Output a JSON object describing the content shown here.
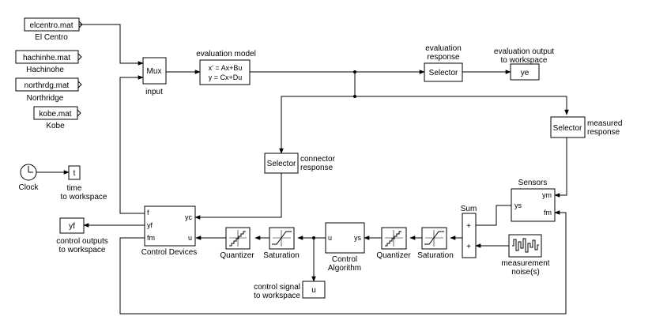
{
  "sources": {
    "elcentro": {
      "block": "elcentro.mat",
      "caption": "El Centro"
    },
    "hachinohe": {
      "block": "hachinhe.mat",
      "caption": "Hachinohe"
    },
    "northridge": {
      "block": "northrdg.mat",
      "caption": "Northridge"
    },
    "kobe": {
      "block": "kobe.mat",
      "caption": "Kobe"
    }
  },
  "mux": {
    "label": "Mux",
    "caption": "input"
  },
  "evaluation_model": {
    "title": "evaluation model",
    "line1": "x' = Ax+Bu",
    "line2": "y = Cx+Du"
  },
  "eval_selector": {
    "label": "Selector",
    "caption_line1": "evaluation",
    "caption_line2": "response"
  },
  "eval_output": {
    "label": "ye",
    "caption_line1": "evaluation output",
    "caption_line2": "to workspace"
  },
  "measured_selector": {
    "label": "Selector",
    "caption_line1": "measured",
    "caption_line2": "response"
  },
  "connector_selector": {
    "label": "Selector",
    "caption_line1": "connector",
    "caption_line2": "response"
  },
  "clock": {
    "caption": "Clock"
  },
  "time_out": {
    "label": "t",
    "caption_line1": "time",
    "caption_line2": "to workspace"
  },
  "control_outputs": {
    "label": "yf",
    "caption_line1": "control outputs",
    "caption_line2": "to workspace"
  },
  "control_devices": {
    "caption": "Control Devices",
    "port_f": "f",
    "port_yf": "yf",
    "port_fm": "fm",
    "port_yc": "yc",
    "port_u": "u"
  },
  "quantizer_1": {
    "caption": "Quantizer"
  },
  "saturation_1": {
    "caption": "Saturation"
  },
  "control_algorithm": {
    "port_u": "u",
    "port_ys": "ys",
    "caption_line1": "Control",
    "caption_line2": "Algorithm"
  },
  "quantizer_2": {
    "caption": "Quantizer"
  },
  "saturation_2": {
    "caption": "Saturation"
  },
  "sum": {
    "caption": "Sum",
    "sign_top": "+",
    "sign_bottom": "+"
  },
  "sensors": {
    "title": "Sensors",
    "port_ys": "ys",
    "port_ym": "ym",
    "port_fm": "fm"
  },
  "noise": {
    "caption_line1": "measurement",
    "caption_line2": "noise(s)"
  },
  "control_signal": {
    "label": "u",
    "caption_line1": "control signal",
    "caption_line2": "to workspace"
  }
}
